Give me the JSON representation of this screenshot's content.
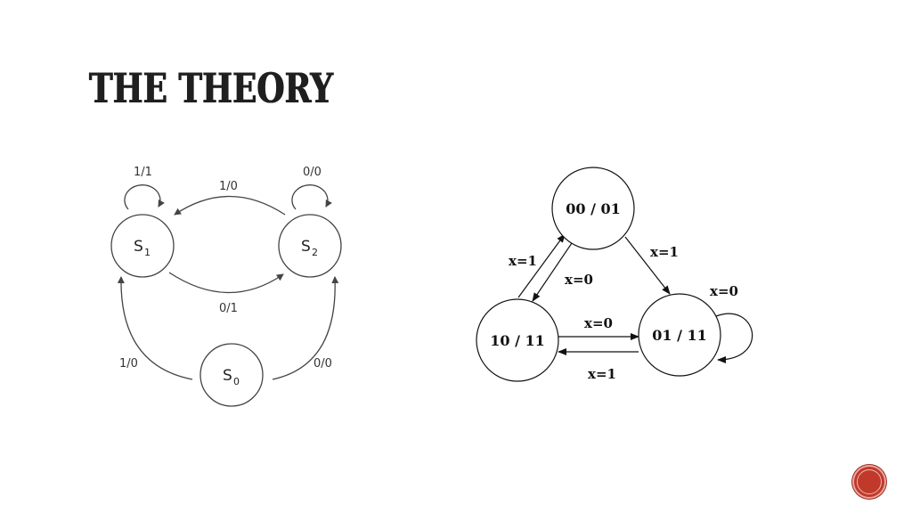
{
  "slide": {
    "title": "THE THEORY"
  },
  "diagram_left": {
    "states": [
      {
        "id": "s1",
        "label": "S",
        "sub": "1"
      },
      {
        "id": "s2",
        "label": "S",
        "sub": "2"
      },
      {
        "id": "s0",
        "label": "S",
        "sub": "0"
      }
    ],
    "transitions": [
      {
        "id": "s1-loop",
        "from": "S1",
        "to": "S1",
        "label": "1/1"
      },
      {
        "id": "s2-loop",
        "from": "S2",
        "to": "S2",
        "label": "0/0"
      },
      {
        "id": "s2-s1",
        "from": "S2",
        "to": "S1",
        "label": "1/0"
      },
      {
        "id": "s1-s2",
        "from": "S1",
        "to": "S2",
        "label": "0/1"
      },
      {
        "id": "s0-s1",
        "from": "S0",
        "to": "S1",
        "label": "1/0"
      },
      {
        "id": "s0-s2",
        "from": "S0",
        "to": "S2",
        "label": "0/0"
      }
    ]
  },
  "diagram_right": {
    "states": [
      {
        "id": "st00",
        "label": "00 / 01"
      },
      {
        "id": "st10",
        "label": "10 / 11"
      },
      {
        "id": "st01",
        "label": "01 / 11"
      }
    ],
    "transitions": [
      {
        "id": "t10-00",
        "from": "10 / 11",
        "to": "00 / 01",
        "label": "x=1"
      },
      {
        "id": "t00-10",
        "from": "00 / 01",
        "to": "10 / 11",
        "label": "x=0"
      },
      {
        "id": "t00-01",
        "from": "00 / 01",
        "to": "01 / 11",
        "label": "x=1"
      },
      {
        "id": "t01-loop",
        "from": "01 / 11",
        "to": "01 / 11",
        "label": "x=0"
      },
      {
        "id": "t10-01",
        "from": "10 / 11",
        "to": "01 / 11",
        "label": "x=0"
      },
      {
        "id": "t01-10",
        "from": "01 / 11",
        "to": "10 / 11",
        "label": "x=1"
      }
    ]
  },
  "colors": {
    "nav_button": "#c0392b",
    "title": "#1f1f1f"
  }
}
